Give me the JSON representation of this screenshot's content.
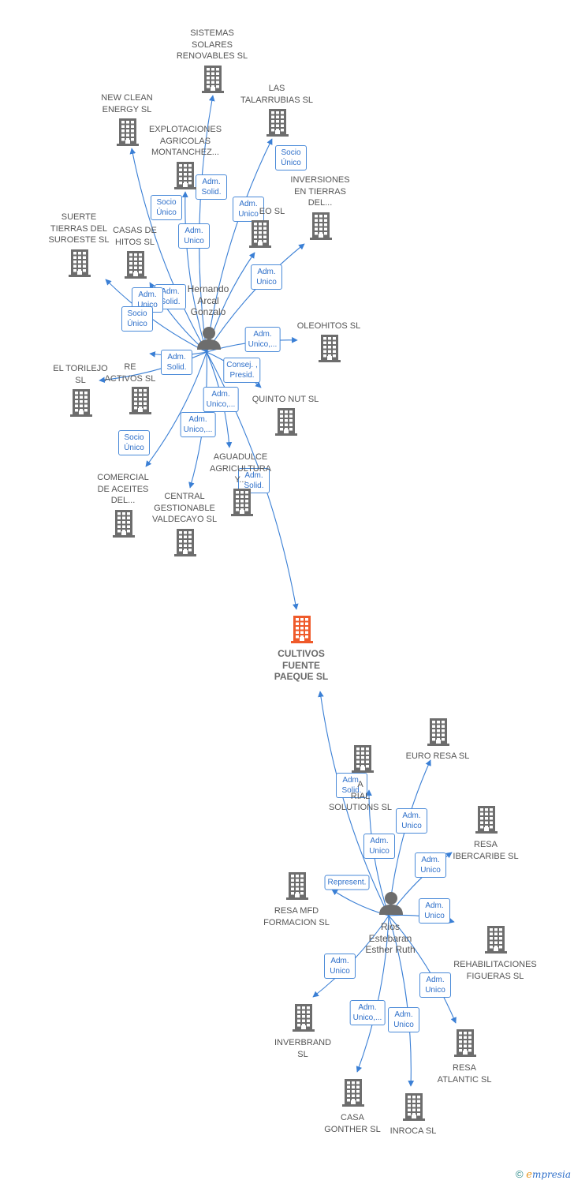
{
  "companies": [
    {
      "id": "sistemas",
      "label": "SISTEMAS\nSOLARES\nRENOVABLES SL"
    },
    {
      "id": "newclean",
      "label": "NEW CLEAN\nENERGY SL"
    },
    {
      "id": "explot",
      "label": "EXPLOTACIONES\nAGRICOLAS\nMONTANCHEZ..."
    },
    {
      "id": "talarrubias",
      "label": "LAS\nTALARRUBIAS SL"
    },
    {
      "id": "inversiones",
      "label": "INVERSIONES\nEN TIERRAS\nDEL..."
    },
    {
      "id": "mid",
      "label": "EO  SL"
    },
    {
      "id": "suerte",
      "label": "SUERTE\nTIERRAS DEL\nSUROESTE  SL"
    },
    {
      "id": "casas",
      "label": "CASAS DE\nHITOS SL"
    },
    {
      "id": "oleohitos",
      "label": "OLEOHITOS  SL"
    },
    {
      "id": "torilejo",
      "label": "EL TORILEJO\nSL"
    },
    {
      "id": "reactivos",
      "label": "RE\nACTIVOS SL"
    },
    {
      "id": "quinto",
      "label": "QUINTO NUT  SL"
    },
    {
      "id": "aguadulce",
      "label": "AGUADULCE\nAGRICULTURA\nY..."
    },
    {
      "id": "comercial",
      "label": "COMERCIAL\nDE ACEITES\nDEL..."
    },
    {
      "id": "central",
      "label": "CENTRAL\nGESTIONABLE\nVALDECAYO  SL"
    },
    {
      "id": "cultivos",
      "label": "CULTIVOS\nFUENTE\nPAEQUE  SL",
      "main": true
    },
    {
      "id": "euroresa",
      "label": "EURO RESA SL"
    },
    {
      "id": "resaind",
      "label": "A\nRIAL\nSOLUTIONS  SL"
    },
    {
      "id": "ibercaribe",
      "label": "RESA\nIBERCARIBE  SL"
    },
    {
      "id": "mfd",
      "label": "RESA MFD\nFORMACION  SL"
    },
    {
      "id": "rehab",
      "label": "REHABILITACIONES\nFIGUERAS  SL"
    },
    {
      "id": "inverbrand",
      "label": "INVERBRAND\nSL"
    },
    {
      "id": "atlantic",
      "label": "RESA\nATLANTIC  SL"
    },
    {
      "id": "gonther",
      "label": "CASA\nGONTHER  SL"
    },
    {
      "id": "inroca",
      "label": "INROCA SL"
    }
  ],
  "persons": [
    {
      "id": "hernando",
      "label": "Hernando\nArcal\nGonzalo"
    },
    {
      "id": "rios",
      "label": "Rios\nEstebaran\nEsther Ruth"
    }
  ],
  "edges": [
    {
      "from": "hernando",
      "to": "sistemas",
      "label": "Adm.\nSolid."
    },
    {
      "from": "hernando",
      "to": "newclean",
      "label": "Socio\nÚnico"
    },
    {
      "from": "hernando",
      "to": "explot",
      "label": "Adm.\nUnico"
    },
    {
      "from": "hernando",
      "to": "talarrubias",
      "label": "Socio\nÚnico"
    },
    {
      "from": "hernando",
      "to": "mid",
      "label": "Adm.\nUnico"
    },
    {
      "from": "hernando",
      "to": "inversiones",
      "label": "Adm.\nUnico"
    },
    {
      "from": "hernando",
      "to": "casas",
      "label": "Adm.\nSolid."
    },
    {
      "from": "hernando",
      "to": "suerte",
      "label": "Adm.\nUnico"
    },
    {
      "from": "hernando",
      "to": "torilejo",
      "label": "Socio\nÚnico"
    },
    {
      "from": "hernando",
      "to": "reactivos",
      "label": "Adm.\nSolid."
    },
    {
      "from": "hernando",
      "to": "oleohitos",
      "label": "Adm.\nUnico,..."
    },
    {
      "from": "hernando",
      "to": "quinto",
      "label": "Consej. ,\nPresid."
    },
    {
      "from": "hernando",
      "to": "aguadulce",
      "label": "Adm.\nUnico,..."
    },
    {
      "from": "hernando",
      "to": "comercial",
      "label": "Socio\nÚnico"
    },
    {
      "from": "hernando",
      "to": "central",
      "label": "Adm.\nUnico,..."
    },
    {
      "from": "hernando",
      "to": "cultivos",
      "label": "Adm.\nSolid."
    },
    {
      "from": "rios",
      "to": "cultivos",
      "label": "Adm.\nSolid."
    },
    {
      "from": "rios",
      "to": "euroresa",
      "label": "Adm.\nUnico"
    },
    {
      "from": "rios",
      "to": "resaind",
      "label": "Adm.\nUnico"
    },
    {
      "from": "rios",
      "to": "ibercaribe",
      "label": "Adm.\nUnico"
    },
    {
      "from": "rios",
      "to": "mfd",
      "label": "Represent."
    },
    {
      "from": "rios",
      "to": "rehab",
      "label": "Adm.\nUnico"
    },
    {
      "from": "rios",
      "to": "inverbrand",
      "label": "Adm.\nUnico"
    },
    {
      "from": "rios",
      "to": "atlantic",
      "label": "Adm.\nUnico"
    },
    {
      "from": "rios",
      "to": "gonther",
      "label": "Adm.\nUnico,..."
    },
    {
      "from": "rios",
      "to": "inroca",
      "label": "Adm.\nUnico"
    }
  ],
  "footer": {
    "copyright": "©",
    "brand_initial": "e",
    "brand_rest": "mpresia"
  },
  "colors": {
    "edge": "#3a7fd5",
    "building": "#6d6d6d",
    "building_main": "#ef5a2a",
    "person": "#6d6d6d"
  }
}
